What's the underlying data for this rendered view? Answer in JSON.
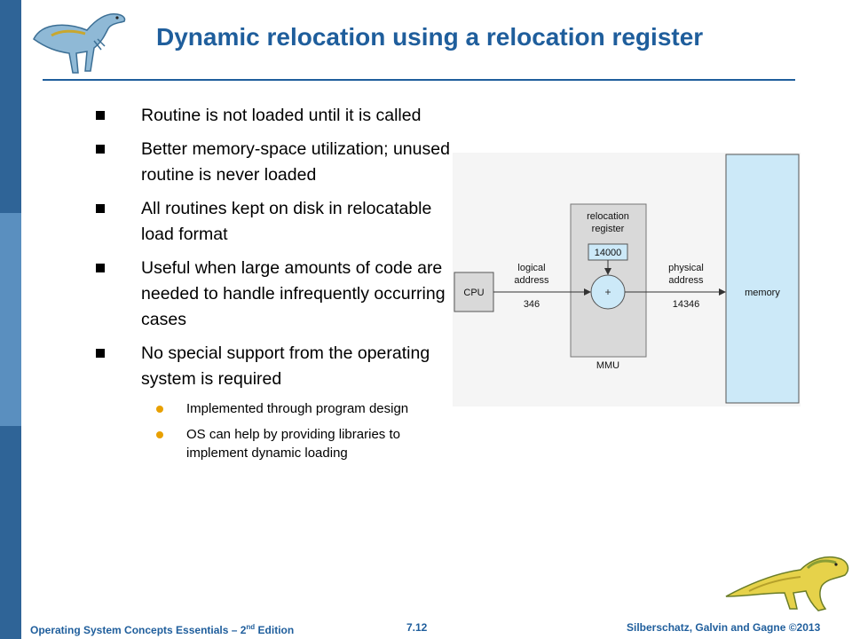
{
  "title": "Dynamic relocation using a relocation register",
  "bullets": [
    {
      "text": "Routine is not loaded until it is called",
      "sub": []
    },
    {
      "text": "Better memory-space utilization; unused routine is never loaded",
      "sub": []
    },
    {
      "text": "All routines kept on disk in relocatable load format",
      "sub": []
    },
    {
      "text": "Useful when large amounts of code are needed to handle infrequently occurring cases",
      "sub": []
    },
    {
      "text": "No special support from the operating system is required",
      "sub": [
        "Implemented through program design",
        "OS can help by providing libraries to implement dynamic loading"
      ]
    }
  ],
  "diagram": {
    "cpu": "CPU",
    "logical_address_line1": "logical",
    "logical_address_line2": "address",
    "logical_value": "346",
    "relocation_line1": "relocation",
    "relocation_line2": "register",
    "register_value": "14000",
    "plus": "+",
    "mmu": "MMU",
    "physical_address_line1": "physical",
    "physical_address_line2": "address",
    "physical_value": "14346",
    "memory": "memory"
  },
  "footer": {
    "book_prefix": "Operating  System  Concepts  Essentials  –  2",
    "book_sup": "nd",
    "book_suffix": " Edition",
    "slide_number": "7.12",
    "authors": "Silberschatz, Galvin and Gagne ©2013"
  },
  "colors": {
    "title": "#1f5e9c",
    "accent_bar": "#2f6497",
    "memory_fill": "#cce9f8",
    "mmu_fill": "#d9d9d9",
    "bullet_sub": "#e8a000"
  }
}
